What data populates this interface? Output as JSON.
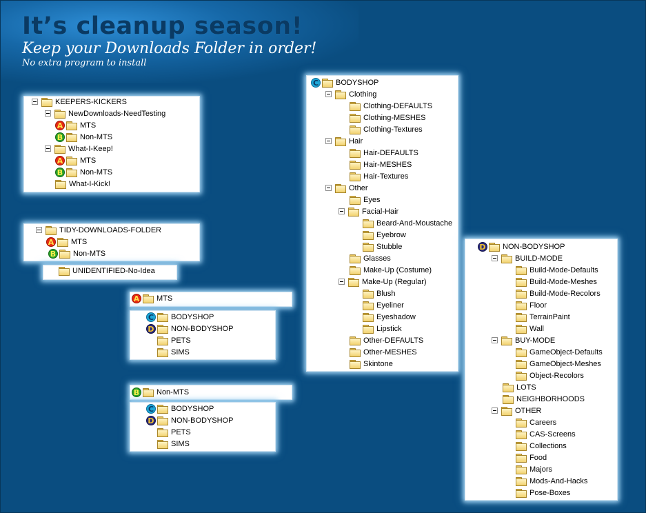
{
  "header": {
    "title": "It’s cleanup season!",
    "subtitle": "Keep your Downloads Folder in order!",
    "tagline": "No extra program to install"
  },
  "panels": {
    "keepers": [
      {
        "label": "KEEPERS-KICKERS",
        "toggle": true
      },
      {
        "label": "NewDownloads-NeedTesting",
        "toggle": true
      },
      {
        "label": "MTS",
        "badge": "A"
      },
      {
        "label": "Non-MTS",
        "badge": "B"
      },
      {
        "label": "What-I-Keep!",
        "toggle": true
      },
      {
        "label": "MTS",
        "badge": "A"
      },
      {
        "label": "Non-MTS",
        "badge": "B"
      },
      {
        "label": "What-I-Kick!"
      }
    ],
    "tidy": [
      {
        "label": "TIDY-DOWNLOADS-FOLDER",
        "toggle": true
      },
      {
        "label": "MTS",
        "badge": "A"
      },
      {
        "label": "Non-MTS",
        "badge": "B"
      }
    ],
    "unidentified": [
      {
        "label": "UNIDENTIFIED-No-Idea"
      }
    ],
    "mts_header": [
      {
        "label": "MTS",
        "badge": "A"
      }
    ],
    "mts_children": [
      {
        "label": "BODYSHOP",
        "badge": "C"
      },
      {
        "label": "NON-BODYSHOP",
        "badge": "D"
      },
      {
        "label": "PETS"
      },
      {
        "label": "SIMS"
      }
    ],
    "nonmts_header": [
      {
        "label": "Non-MTS",
        "badge": "B"
      }
    ],
    "nonmts_children": [
      {
        "label": "BODYSHOP",
        "badge": "C"
      },
      {
        "label": "NON-BODYSHOP",
        "badge": "D"
      },
      {
        "label": "PETS"
      },
      {
        "label": "SIMS"
      }
    ],
    "bodyshop": [
      {
        "label": "BODYSHOP",
        "badge": "C"
      },
      {
        "label": "Clothing",
        "toggle": true
      },
      {
        "label": "Clothing-DEFAULTS"
      },
      {
        "label": "Clothing-MESHES"
      },
      {
        "label": "Clothing-Textures"
      },
      {
        "label": "Hair",
        "toggle": true
      },
      {
        "label": "Hair-DEFAULTS"
      },
      {
        "label": "Hair-MESHES"
      },
      {
        "label": "Hair-Textures"
      },
      {
        "label": "Other",
        "toggle": true
      },
      {
        "label": "Eyes"
      },
      {
        "label": "Facial-Hair",
        "toggle": true
      },
      {
        "label": "Beard-And-Moustache"
      },
      {
        "label": "Eyebrow"
      },
      {
        "label": "Stubble"
      },
      {
        "label": "Glasses"
      },
      {
        "label": "Make-Up (Costume)"
      },
      {
        "label": "Make-Up (Regular)",
        "toggle": true
      },
      {
        "label": "Blush"
      },
      {
        "label": "Eyeliner"
      },
      {
        "label": "Eyeshadow"
      },
      {
        "label": "Lipstick"
      },
      {
        "label": "Other-DEFAULTS"
      },
      {
        "label": "Other-MESHES"
      },
      {
        "label": "Skintone"
      }
    ],
    "nonbodyshop": [
      {
        "label": "NON-BODYSHOP",
        "badge": "D"
      },
      {
        "label": "BUILD-MODE",
        "toggle": true
      },
      {
        "label": "Build-Mode-Defaults"
      },
      {
        "label": "Build-Mode-Meshes"
      },
      {
        "label": "Build-Mode-Recolors"
      },
      {
        "label": "Floor"
      },
      {
        "label": "TerrainPaint"
      },
      {
        "label": "Wall"
      },
      {
        "label": "BUY-MODE",
        "toggle": true
      },
      {
        "label": "GameObject-Defaults"
      },
      {
        "label": "GameObject-Meshes"
      },
      {
        "label": "Object-Recolors"
      },
      {
        "label": "LOTS"
      },
      {
        "label": "NEIGHBORHOODS"
      },
      {
        "label": "OTHER",
        "toggle": true
      },
      {
        "label": "Careers"
      },
      {
        "label": "CAS-Screens"
      },
      {
        "label": "Collections"
      },
      {
        "label": "Food"
      },
      {
        "label": "Majors"
      },
      {
        "label": "Mods-And-Hacks"
      },
      {
        "label": "Pose-Boxes"
      }
    ]
  }
}
